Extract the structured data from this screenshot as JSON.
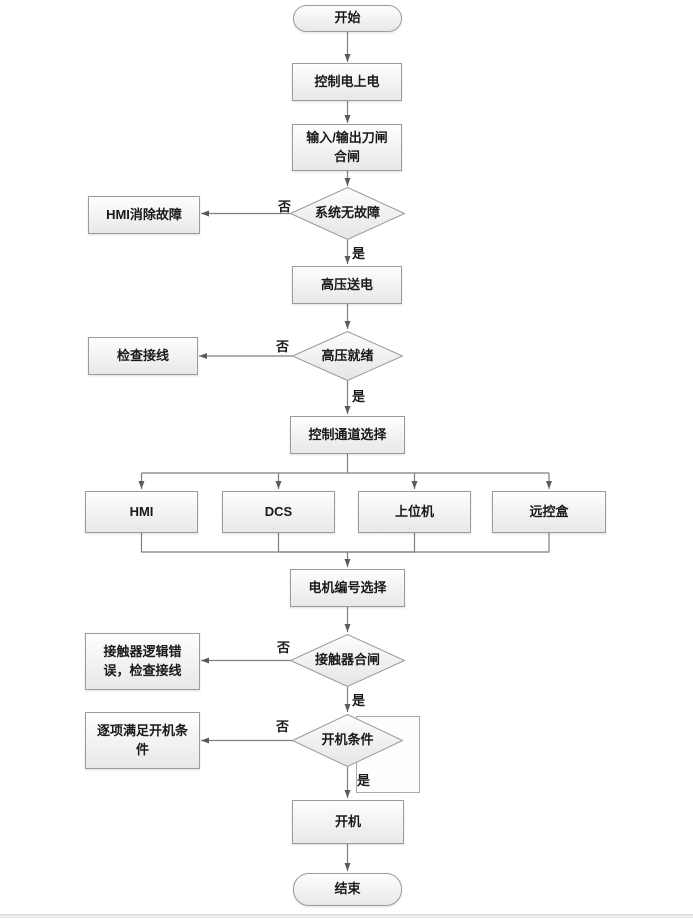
{
  "labels": {
    "yes": "是",
    "no": "否"
  },
  "nodes": {
    "start": "开始",
    "control_power_on": "控制电上电",
    "io_knife_switch_close": "输入/输出刀闸合闸",
    "system_no_fault": "系统无故障",
    "hmi_clear_fault": "HMI消除故障",
    "hv_power_on": "高压送电",
    "hv_ready": "高压就绪",
    "check_wiring": "检查接线",
    "control_channel_select": "控制通道选择",
    "hmi": "HMI",
    "dcs": "DCS",
    "upper_computer": "上位机",
    "remote_box": "远控盒",
    "motor_number_select": "电机编号选择",
    "contactor_close": "接触器合闸",
    "contactor_logic_error": "接触器逻辑错误，检查接线",
    "startup_condition": "开机条件",
    "satisfy_startup_condition": "逐项满足开机条件",
    "start_machine": "开机",
    "end": "结束"
  },
  "colors": {
    "node_border": "#9b9b9b",
    "connector": "#7f7f7f",
    "text": "#1a1a1a",
    "background": "#ffffff"
  }
}
